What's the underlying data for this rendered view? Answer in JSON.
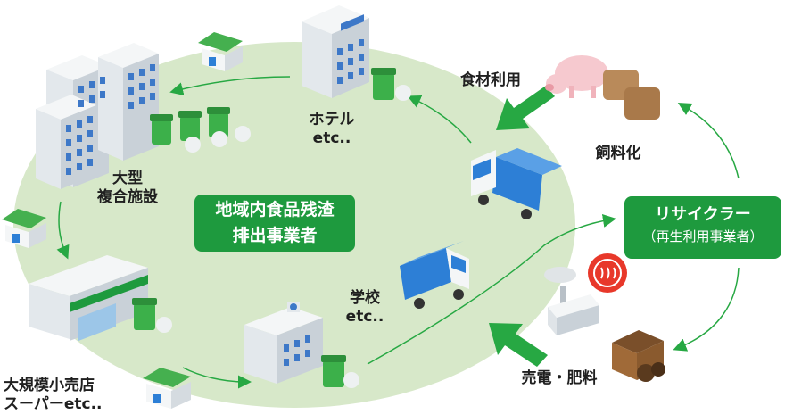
{
  "center": {
    "line1": "地域内食品残渣",
    "line2": "排出事業者"
  },
  "recycler": {
    "line1": "リサイクラー",
    "line2": "（再生利用事業者）"
  },
  "labels": {
    "hotel": [
      "ホテル",
      "etc.."
    ],
    "complex": [
      "大型",
      "複合施設"
    ],
    "retail": [
      "大規模小売店",
      "スーパーetc.."
    ],
    "school": [
      "学校",
      "etc.."
    ],
    "food_use": "食材利用",
    "feed": "飼料化",
    "power": "売電・肥料"
  },
  "colors": {
    "ellipse": "#d7e8c9",
    "brand_green": "#1e9a3e",
    "arrow_green": "#27a843",
    "truck_blue": "#2d7fd6",
    "bin_green": "#3cb04a"
  }
}
